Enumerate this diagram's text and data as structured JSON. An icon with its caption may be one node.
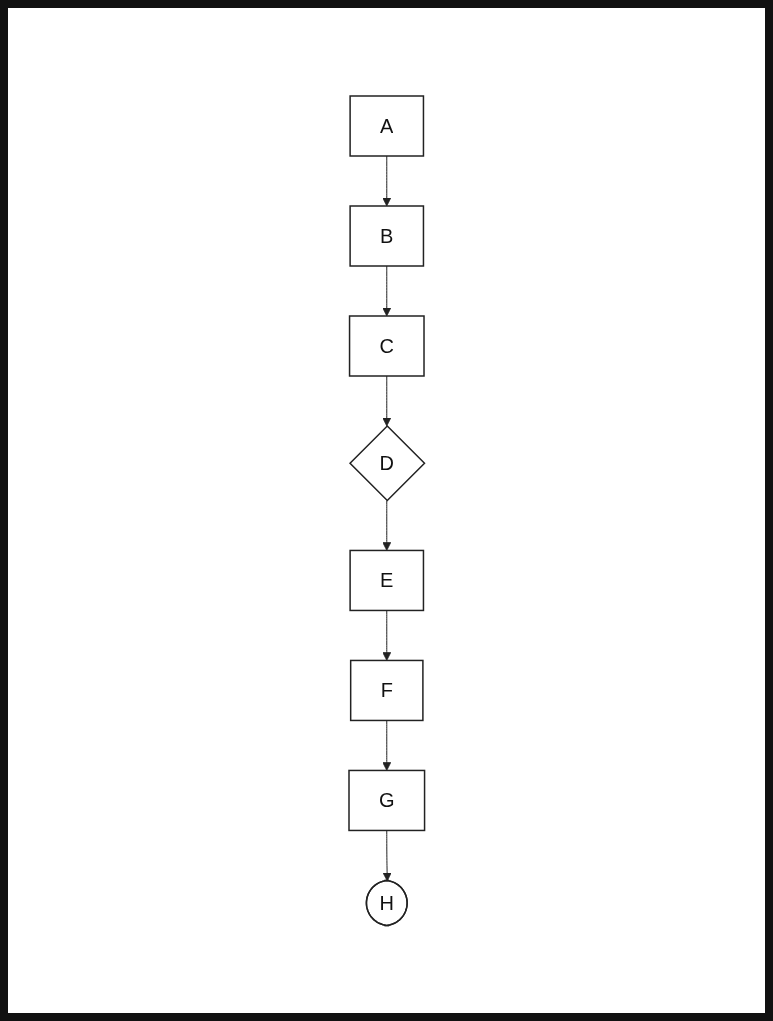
{
  "diagram": {
    "nodes": [
      {
        "text": [
          "A"
        ]
      },
      {
        "text": [
          "B"
        ]
      },
      {
        "text": [
          "C"
        ]
      },
      {
        "text": [
          "D"
        ]
      },
      {
        "text": [
          "E"
        ]
      },
      {
        "text": [
          "F"
        ]
      },
      {
        "text": [
          "G"
        ]
      },
      {
        "text": [
          "H"
        ]
      }
    ],
    "edges": [
      {
        "from": 0,
        "to": 1,
        "arrow": "to"
      },
      {
        "from": 1,
        "to": 2,
        "arrow": "to"
      },
      {
        "from": 2,
        "to": 3,
        "arrow": "to"
      },
      {
        "from": 3,
        "to": 4,
        "arrow": "to"
      },
      {
        "from": 4,
        "to": 5,
        "arrow": "to"
      },
      {
        "from": 5,
        "to": 6,
        "arrow": "to"
      },
      {
        "from": 6,
        "to": 7,
        "arrow": "to"
      }
    ]
  }
}
